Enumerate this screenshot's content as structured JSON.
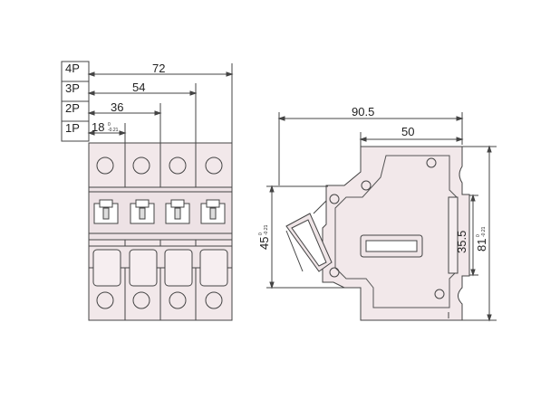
{
  "front_view": {
    "rows": [
      {
        "pole": "4P",
        "width": "72"
      },
      {
        "pole": "3P",
        "width": "54"
      },
      {
        "pole": "2P",
        "width": "36"
      },
      {
        "pole": "1P",
        "width": "18",
        "tol_upper": "0",
        "tol_lower": "-0.21"
      }
    ]
  },
  "side_view": {
    "depth_total": "90.5",
    "depth_front": "50",
    "height_total": "81",
    "height_total_tol_upper": "0",
    "height_total_tol_lower": "-0.21",
    "height_front": "45",
    "height_front_tol_upper": "0",
    "height_front_tol_lower": "-0.21",
    "rail_height": "35.5"
  },
  "colors": {
    "body_fill": "#f2e8ea",
    "line": "#444444"
  }
}
